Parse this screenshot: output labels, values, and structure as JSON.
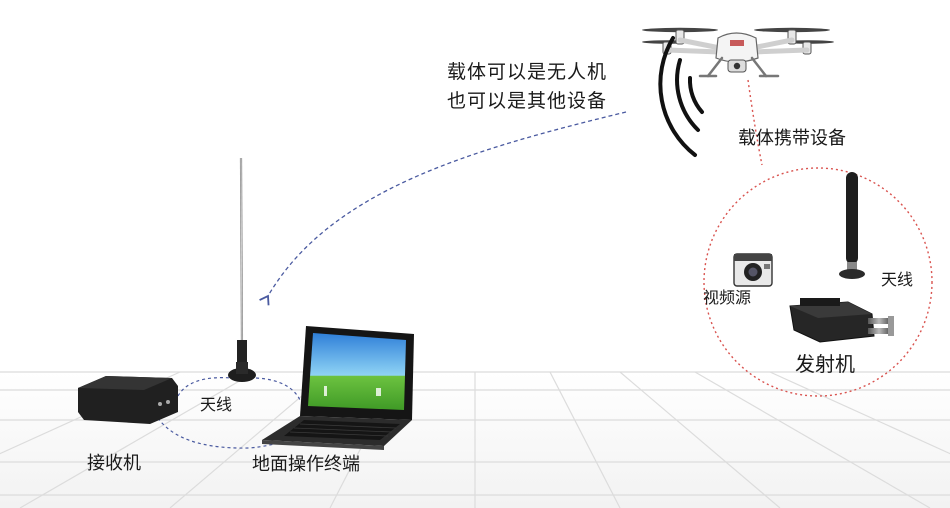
{
  "labels": {
    "carrier_line1": "载体可以是无人机",
    "carrier_line2": "也可以是其他设备",
    "onboard_equipment": "载体携带设备",
    "video_source": "视频源",
    "tx_antenna": "天线",
    "transmitter": "发射机",
    "rx_antenna": "天线",
    "receiver": "接收机",
    "ground_station": "地面操作终端"
  },
  "icons": [
    "drone-icon",
    "signal-waves-icon",
    "camera-icon",
    "antenna-icon",
    "transmitter-icon",
    "receiver-icon",
    "laptop-icon",
    "floor-tiles"
  ],
  "colors": {
    "floor_line": "#dcdcdc",
    "red_dotted": "#d9534f",
    "blue_dashed": "#4a5aa0",
    "device_dark": "#2a2a2a",
    "laptop_screen": "#3aa0e0",
    "laptop_grass": "#5bbf3a"
  }
}
